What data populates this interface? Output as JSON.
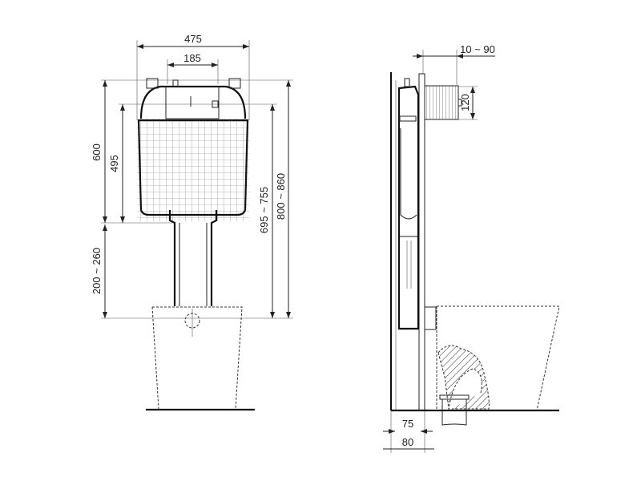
{
  "front_view": {
    "dimensions": {
      "width_total": "475",
      "width_top": "185",
      "height_600": "600",
      "height_495": "495",
      "leg_height": "200 ~ 260",
      "height_695": "695 ~ 755",
      "height_800": "800 ~ 860"
    }
  },
  "side_view": {
    "dimensions": {
      "button_offset": "10 ~ 90",
      "button_height": "120",
      "depth_75": "75",
      "depth_80": "80"
    }
  }
}
